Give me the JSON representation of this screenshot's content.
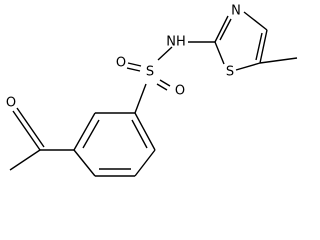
{
  "molecule": {
    "atoms": {
      "oxygen_carbonyl": "O",
      "oxygen_sulfonyl_top": "O",
      "oxygen_sulfonyl_bottom": "O",
      "sulfur_sulfonyl": "S",
      "nitrogen_amide": "NH",
      "nitrogen_ring": "N",
      "sulfur_ring": "S"
    }
  }
}
